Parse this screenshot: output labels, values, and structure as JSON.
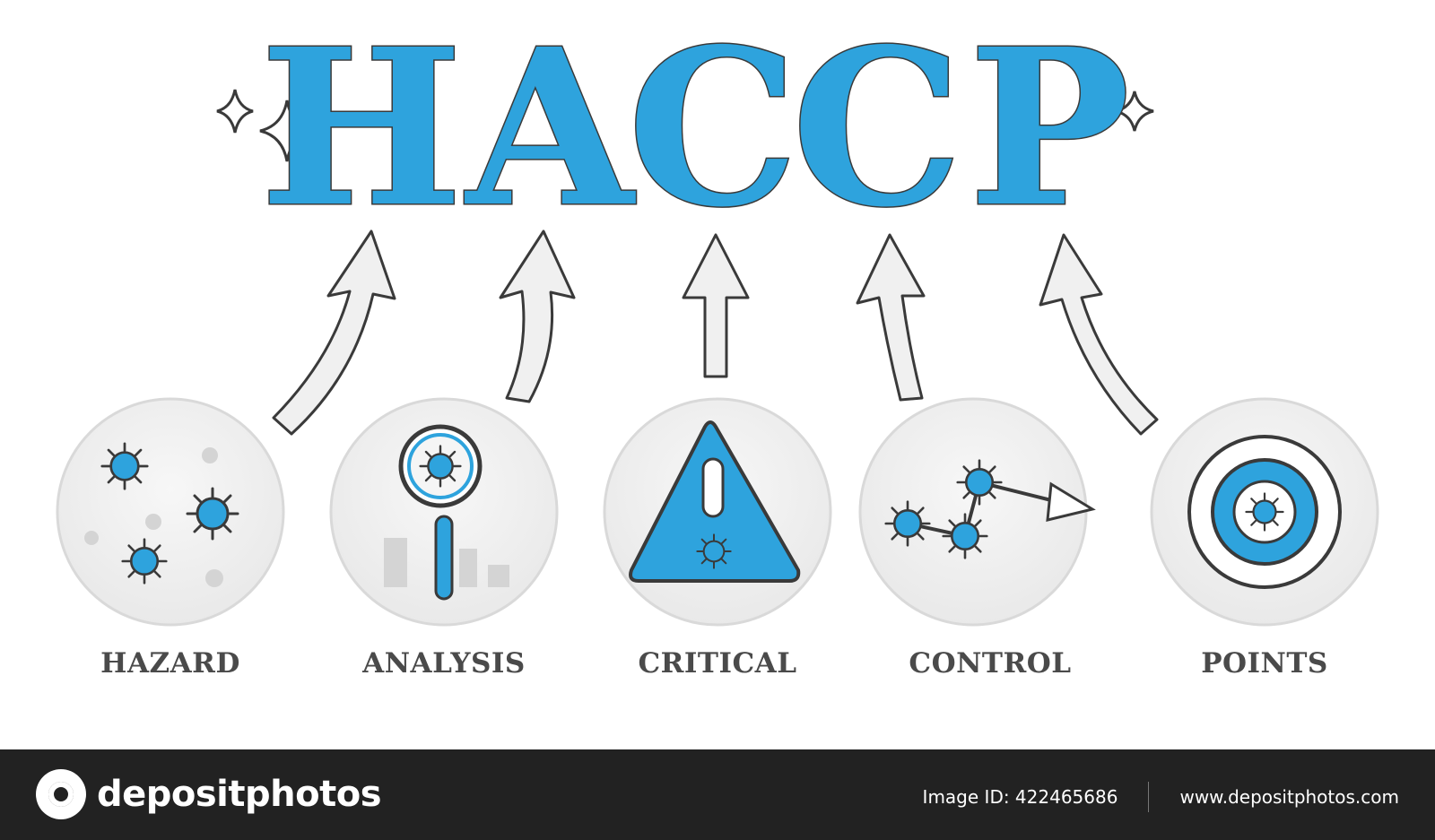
{
  "title_letters": [
    "H",
    "A",
    "C",
    "C",
    "P"
  ],
  "steps": [
    {
      "label": "HAZARD",
      "icon": "bacteria-cluster-icon"
    },
    {
      "label": "ANALYSIS",
      "icon": "magnifier-bacteria-icon"
    },
    {
      "label": "CRITICAL",
      "icon": "warning-triangle-icon"
    },
    {
      "label": "CONTROL",
      "icon": "bacteria-trend-arrow-icon"
    },
    {
      "label": "POINTS",
      "icon": "target-bacteria-icon"
    }
  ],
  "colors": {
    "accent": "#2ea3dd",
    "outline": "#3a3a3a",
    "circle_fill": "#f2f2f2",
    "text": "#4a4a4a",
    "footer": "#222222"
  },
  "footer": {
    "brand": "depositphotos",
    "image_id": "Image ID: 422465686",
    "website": "www.depositphotos.com"
  }
}
